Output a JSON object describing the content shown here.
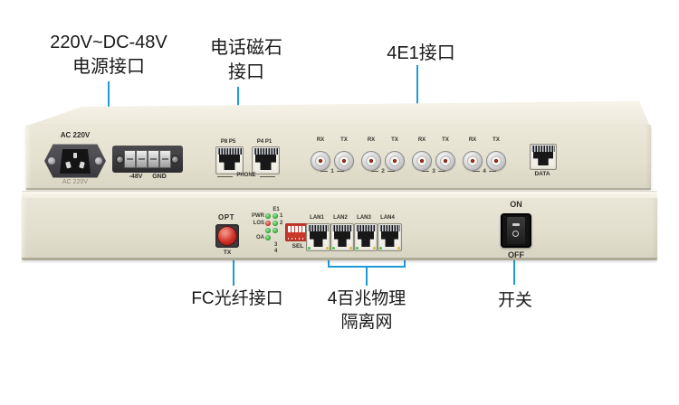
{
  "colors": {
    "callout_blue": "#1e9bd7",
    "panel_beige": "#e5e1d0",
    "led_green": "#2fae37",
    "led_red": "#d43224",
    "fiber_red": "#cf2f27",
    "dip_red": "#c8392b",
    "coax_red": "#c23222"
  },
  "annotations": {
    "power": {
      "line1": "220V~DC-48V",
      "line2": "电源接口"
    },
    "magneto_phone": {
      "line1": "电话磁石",
      "line2": "接口"
    },
    "e1": {
      "label": "4E1接口"
    },
    "fc_fiber": {
      "label": "FC光纤接口"
    },
    "isolated_lan": {
      "line1": "4百兆物理",
      "line2": "隔离网"
    },
    "power_switch": {
      "label": "开关"
    }
  },
  "rear_panel": {
    "ac_socket": {
      "label_top": "AC 220V",
      "label_bottom": "AC 220V"
    },
    "dc_terminal": {
      "label_neg48": "-48V",
      "label_gnd": "GND"
    },
    "phone_ports": {
      "port1_label": "P8 P5",
      "port2_label": "P4 P1",
      "group_label": "PHONE"
    },
    "e1_groups": [
      {
        "rx": "RX",
        "tx": "TX",
        "num": "1"
      },
      {
        "rx": "RX",
        "tx": "TX",
        "num": "2"
      },
      {
        "rx": "RX",
        "tx": "TX",
        "num": "3"
      },
      {
        "rx": "RX",
        "tx": "TX",
        "num": "4"
      }
    ],
    "data_port": {
      "label": "DATA"
    }
  },
  "front_panel": {
    "optical": {
      "label": "OPT",
      "sub_label": "TX"
    },
    "led_block": {
      "header": "E1",
      "rows": [
        {
          "name": "PWR",
          "num": "1"
        },
        {
          "name": "LOS",
          "num": "2"
        },
        {
          "name": "",
          "num": ""
        },
        {
          "name": "OA",
          "num": ""
        }
      ],
      "bottom_nums": [
        "3",
        "4"
      ]
    },
    "dip_switch": {
      "label": "SEL"
    },
    "lan_ports": [
      {
        "label": "LAN1"
      },
      {
        "label": "LAN2"
      },
      {
        "label": "LAN3"
      },
      {
        "label": "LAN4"
      }
    ],
    "switch": {
      "on": "ON",
      "off": "OFF"
    }
  }
}
